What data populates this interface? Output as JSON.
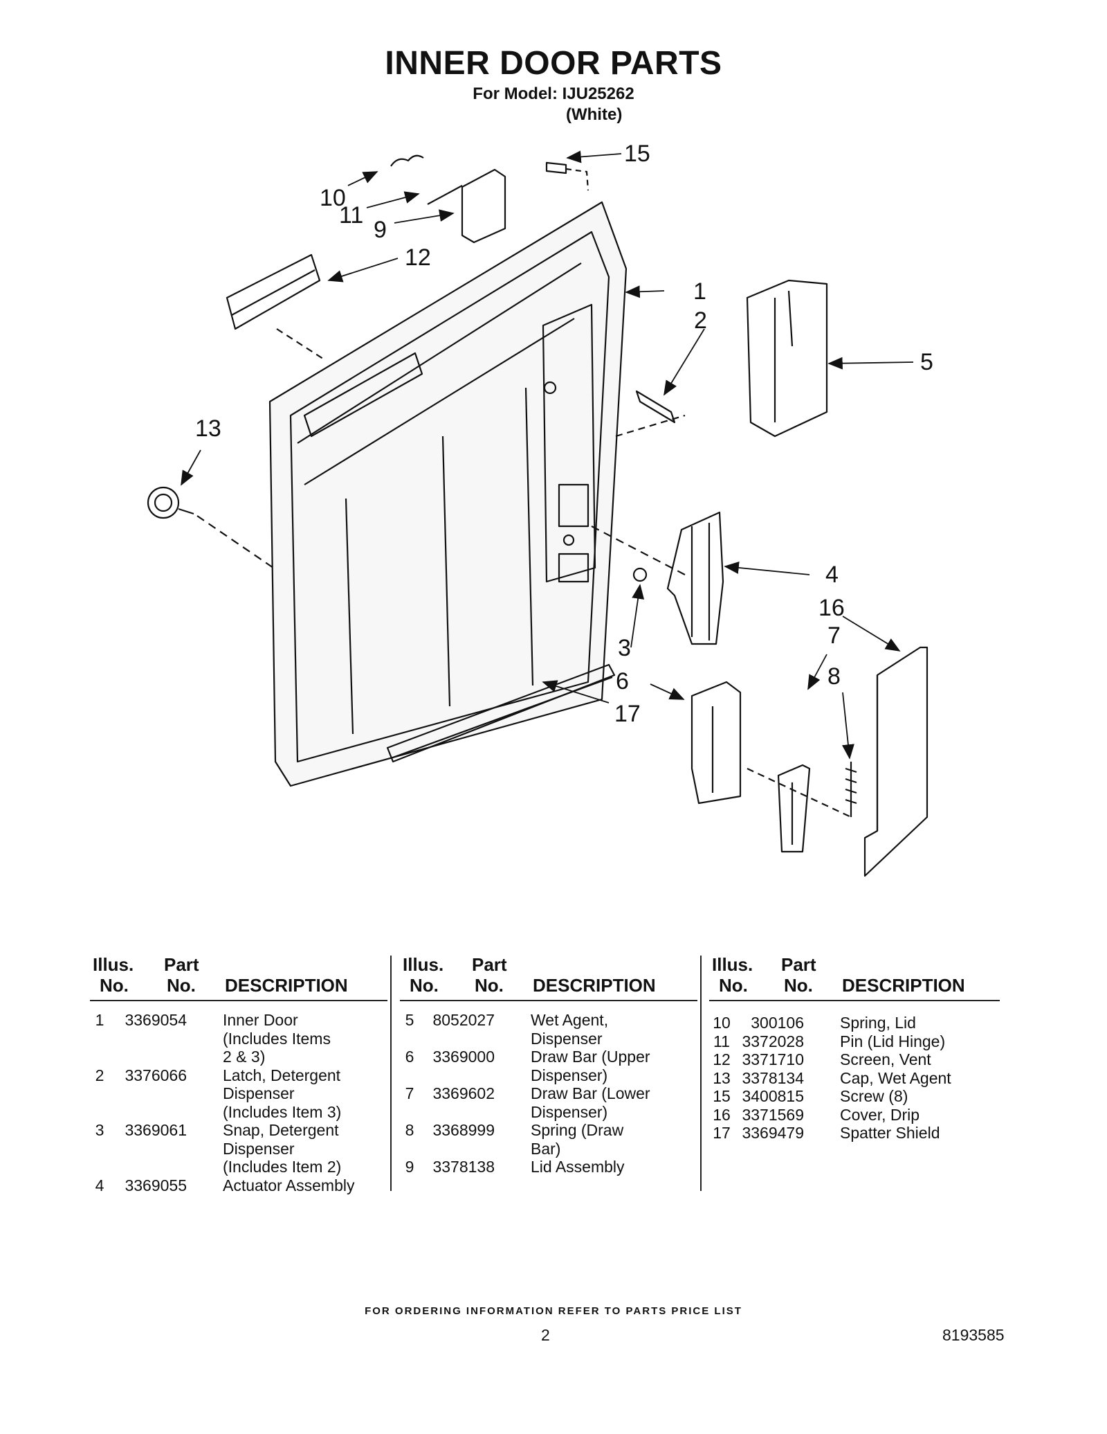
{
  "header": {
    "title": "INNER DOOR PARTS",
    "model": "For Model: IJU25262",
    "color": "(White)"
  },
  "callouts": [
    "1",
    "2",
    "3",
    "4",
    "5",
    "6",
    "7",
    "8",
    "9",
    "10",
    "11",
    "12",
    "13",
    "15",
    "16",
    "17"
  ],
  "table": {
    "headers": {
      "illus_1": "Illus.",
      "illus_2": "No.",
      "part_1": "Part",
      "part_2": "No.",
      "desc": "DESCRIPTION"
    },
    "col1": [
      {
        "no": "1",
        "part": "3369054",
        "desc": "Inner Door\n(Includes Items\n2 & 3)"
      },
      {
        "no": "2",
        "part": "3376066",
        "desc": "Latch, Detergent\nDispenser\n(Includes Item 3)"
      },
      {
        "no": "3",
        "part": "3369061",
        "desc": "Snap, Detergent\nDispenser\n(Includes Item 2)"
      },
      {
        "no": "4",
        "part": "3369055",
        "desc": "Actuator Assembly"
      }
    ],
    "col2": [
      {
        "no": "5",
        "part": "8052027",
        "desc": "Wet Agent,\nDispenser"
      },
      {
        "no": "6",
        "part": "3369000",
        "desc": "Draw Bar (Upper\nDispenser)"
      },
      {
        "no": "7",
        "part": "3369602",
        "desc": "Draw Bar (Lower\nDispenser)"
      },
      {
        "no": "8",
        "part": "3368999",
        "desc": "Spring (Draw\nBar)"
      },
      {
        "no": "9",
        "part": "3378138",
        "desc": "Lid Assembly"
      }
    ],
    "col3": [
      {
        "no": "10",
        "part": "300106",
        "desc": "Spring, Lid"
      },
      {
        "no": "11",
        "part": "3372028",
        "desc": "Pin (Lid Hinge)"
      },
      {
        "no": "12",
        "part": "3371710",
        "desc": "Screen, Vent"
      },
      {
        "no": "13",
        "part": "3378134",
        "desc": "Cap, Wet Agent"
      },
      {
        "no": "15",
        "part": "3400815",
        "desc": "Screw (8)"
      },
      {
        "no": "16",
        "part": "3371569",
        "desc": "Cover, Drip"
      },
      {
        "no": "17",
        "part": "3369479",
        "desc": "Spatter Shield"
      }
    ]
  },
  "footer": {
    "note": "FOR ORDERING INFORMATION REFER TO PARTS PRICE LIST",
    "page": "2",
    "doc_number": "8193585"
  }
}
